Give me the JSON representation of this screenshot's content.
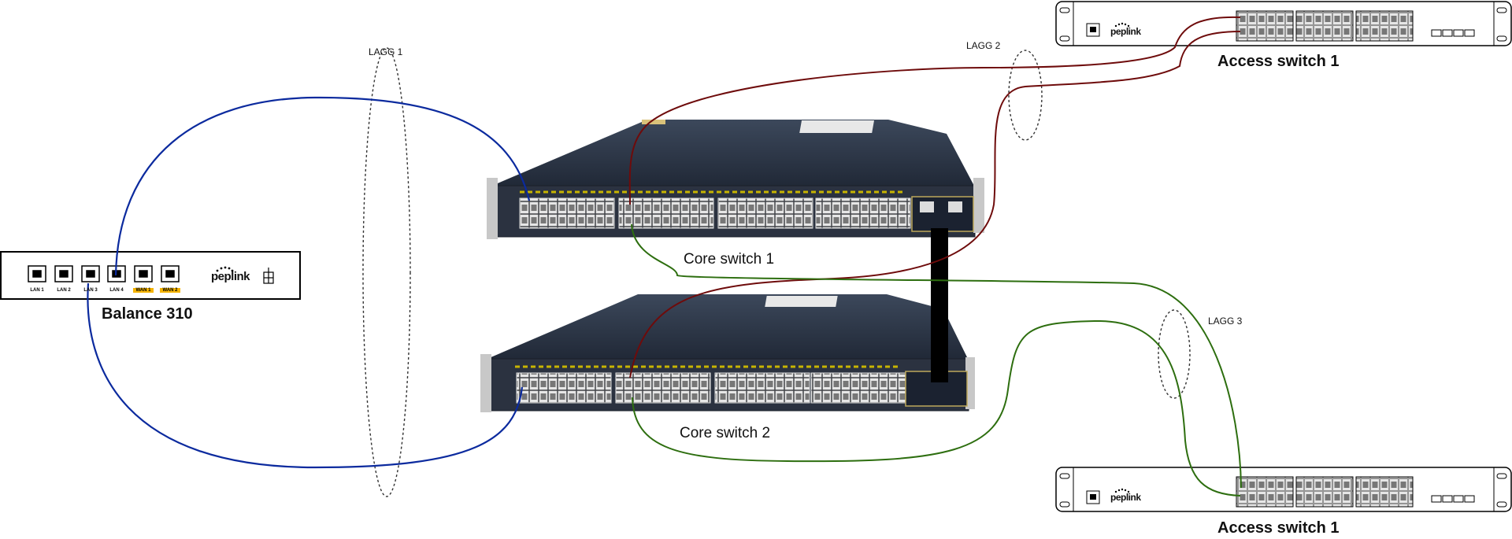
{
  "labels": {
    "lagg1": "LAGG 1",
    "lagg2": "LAGG 2",
    "lagg3": "LAGG 3",
    "core1": "Core switch 1",
    "core2": "Core switch 2",
    "balance": "Balance 310",
    "access_top": "Access switch 1",
    "access_bottom": "Access switch 1"
  },
  "balance_ports": [
    "LAN 1",
    "LAN 2",
    "LAN 3",
    "LAN 4",
    "WAN 1",
    "WAN 2"
  ],
  "brand": "peplink",
  "colors": {
    "lagg1_cable": "#0b2a9e",
    "lagg2_cable": "#6e0b0b",
    "lagg3_cable": "#2d6e0f",
    "stack_cable": "#000000",
    "wan_highlight": "#f5b400",
    "switch_body": "#2f3a4c"
  },
  "icons": [
    "port-icon",
    "usb-icon",
    "peplink-logo",
    "ellipse-lagg"
  ]
}
